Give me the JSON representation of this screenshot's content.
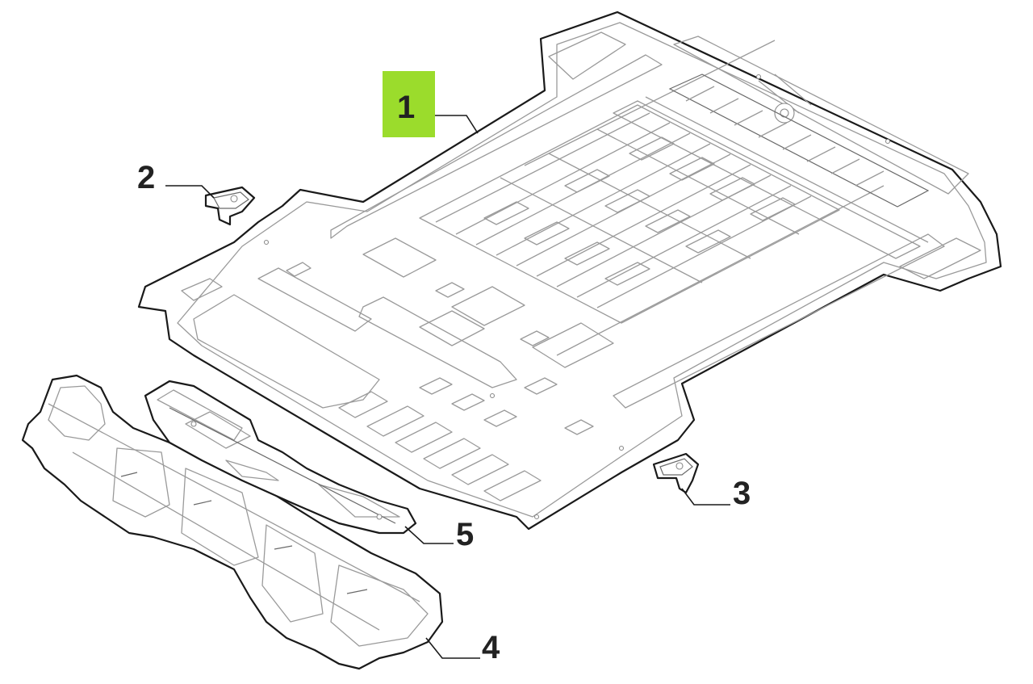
{
  "callouts": [
    {
      "id": "1",
      "highlighted": true
    },
    {
      "id": "2",
      "highlighted": false
    },
    {
      "id": "3",
      "highlighted": false
    },
    {
      "id": "4",
      "highlighted": false
    },
    {
      "id": "5",
      "highlighted": false
    }
  ],
  "colors": {
    "highlight": "#9bdc2c",
    "outline": "#1a1a1a",
    "detail": "#9a9a9a",
    "text": "#222222",
    "background": "#ffffff"
  }
}
